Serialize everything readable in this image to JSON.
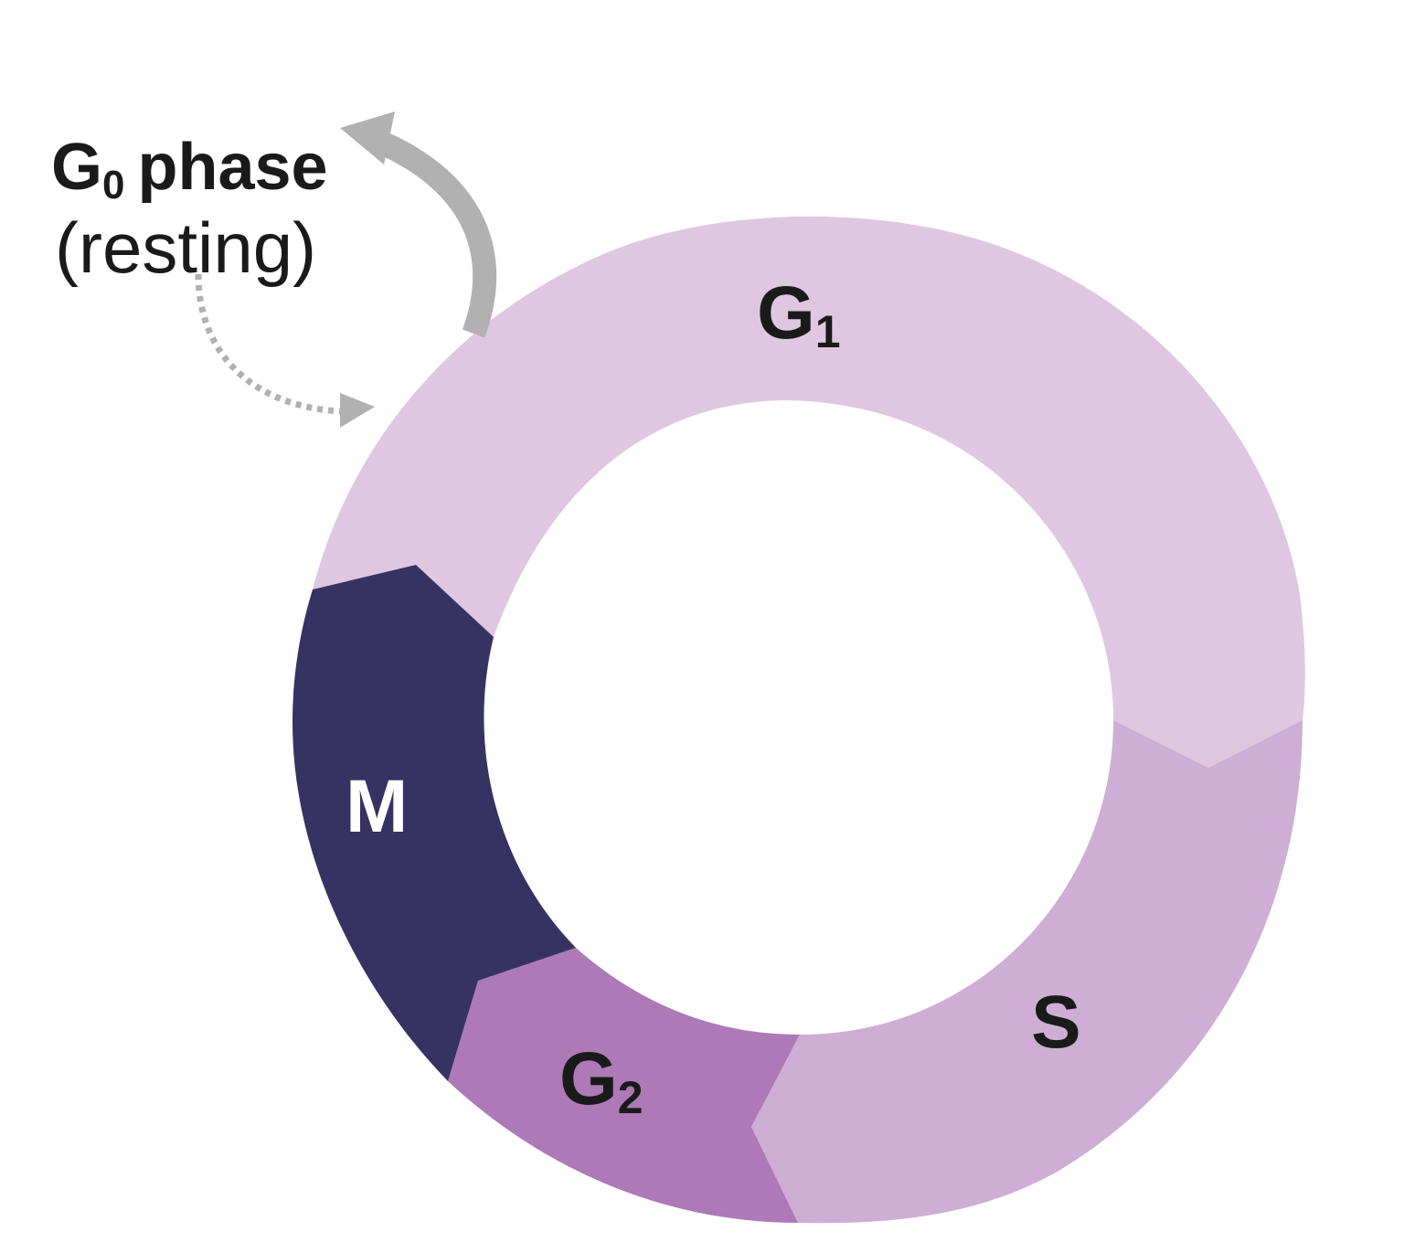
{
  "g0": {
    "letter": "G",
    "subscript": "0",
    "word": "phase",
    "note": "(resting)"
  },
  "phases": [
    {
      "letter": "G",
      "subscript": "1",
      "color": "#dfc7e1"
    },
    {
      "letter": "S",
      "subscript": "",
      "color": "#cfaed5"
    },
    {
      "letter": "G",
      "subscript": "2",
      "color": "#ae79b7"
    },
    {
      "letter": "M",
      "subscript": "",
      "color": "#363363"
    }
  ],
  "colors": {
    "arrow": "#b1b1b1",
    "text_dark": "#1a1a1a",
    "text_light": "#ffffff"
  }
}
